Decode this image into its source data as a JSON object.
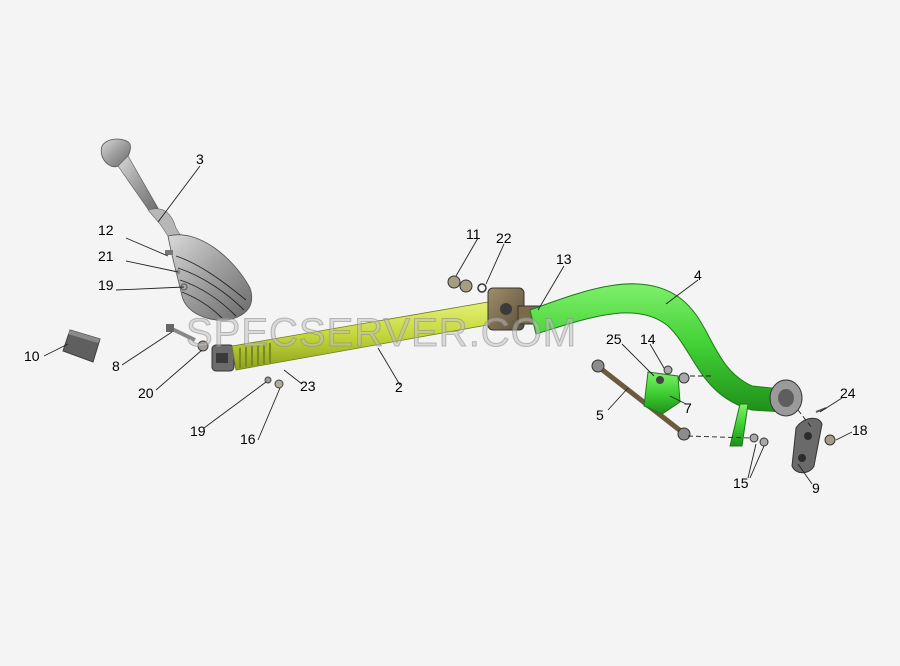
{
  "watermark": "SPECSERVER.COM",
  "colors": {
    "background": "#f4f4f4",
    "rod_yellow_green": "#c9dc3f",
    "link_green": "#3fcf33",
    "knob_gray": "#a9a9a9",
    "bracket_dark": "#6b6b6b"
  },
  "callouts": {
    "c2": "2",
    "c3": "3",
    "c4": "4",
    "c5": "5",
    "c7": "7",
    "c8": "8",
    "c9": "9",
    "c10": "10",
    "c11": "11",
    "c12": "12",
    "c13": "13",
    "c14": "14",
    "c15": "15",
    "c16": "16",
    "c18": "18",
    "c19a": "19",
    "c19b": "19",
    "c20": "20",
    "c21": "21",
    "c22": "22",
    "c23": "23",
    "c24": "24",
    "c25": "25"
  }
}
